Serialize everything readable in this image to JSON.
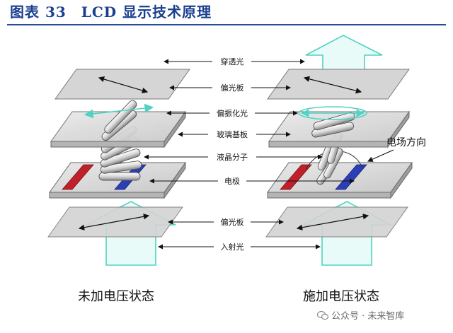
{
  "figure": {
    "title": "图表 33　LCD 显示技术原理"
  },
  "labels": {
    "transmitted_light": "穿透光",
    "polarizer_top": "偏光板",
    "polarized_light": "偏振化光",
    "glass_substrate": "玻璃基板",
    "liquid_crystal": "液晶分子",
    "electrode": "电极",
    "polarizer_bottom": "偏光板",
    "incident_light": "入射光",
    "field_direction": "电场方向"
  },
  "states": {
    "no_voltage": "未加电压状态",
    "voltage_applied": "施加电压状态"
  },
  "watermark": {
    "text": "公众号 · 未来智库"
  },
  "colors": {
    "title": "#1a3f8f",
    "light_arrow": "#4fd3c4",
    "electrode_red": "#c0202a",
    "electrode_blue": "#2b3fb5"
  }
}
